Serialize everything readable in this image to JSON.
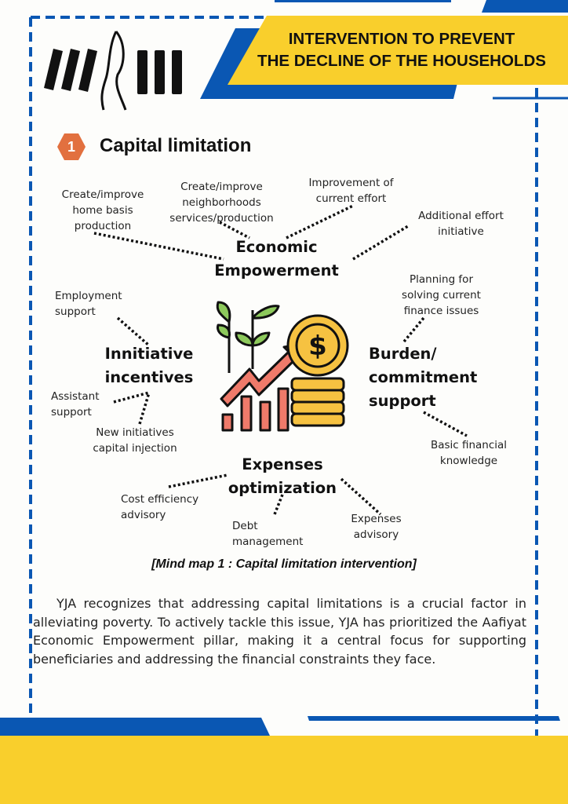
{
  "header": {
    "title_line1": "INTERVENTION  TO PREVENT",
    "title_line2": "THE DECLINE OF THE HOUSEHOLDS"
  },
  "section": {
    "number": "1",
    "title": "Capital limitation"
  },
  "mindmap": {
    "hubs": {
      "economic": "Economic Empowerment",
      "initiative": "Innitiative incentives",
      "burden": "Burden/ commitment support",
      "expenses": "Expenses optimization"
    },
    "leaves": {
      "home_basis": "Create/improve home basis production",
      "neighborhoods": "Create/improve neighborhoods services/production",
      "improvement": "Improvement of current effort",
      "additional": "Additional effort initiative",
      "planning": "Planning for solving current finance issues",
      "employment": "Employment support",
      "assistant": "Assistant support",
      "new_initiatives": "New initiatives capital injection",
      "basic_financial": "Basic financial knowledge",
      "cost_efficiency": "Cost efficiency advisory",
      "debt": "Debt management",
      "expenses_advisory": "Expenses advisory"
    }
  },
  "caption": "[Mind map 1 : Capital limitation intervention]",
  "paragraph": "YJA recognizes that addressing capital limitations is a crucial factor in alleviating poverty. To actively tackle this issue, YJA has prioritized the Aafiyat Economic Empowerment pillar, making it a central focus for supporting beneficiaries and addressing the financial constraints they face.",
  "colors": {
    "blue": "#0a57b3",
    "yellow": "#f9cf2c",
    "orange": "#e2703f"
  }
}
